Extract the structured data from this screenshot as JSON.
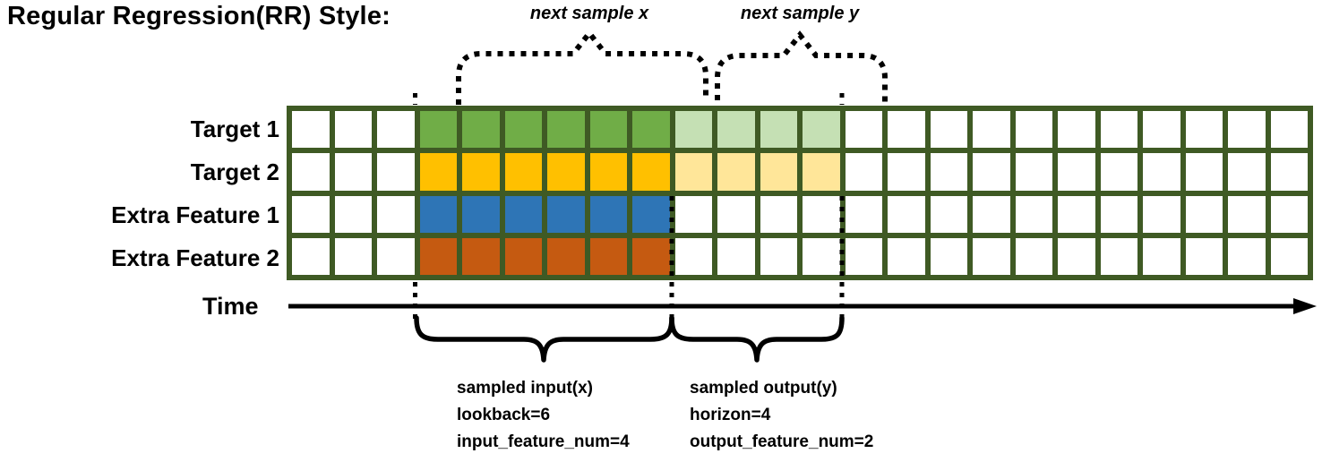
{
  "title": "Regular Regression(RR) Style:",
  "palette": {
    "grid_line": "#3F5A24",
    "cell_empty": "#FFFFFF",
    "target1_lookback": "#70AD47",
    "target1_horizon": "#C5E0B4",
    "target2_lookback": "#FFC000",
    "target2_horizon": "#FFE699",
    "extra_feature1_lookback": "#2E75B6",
    "extra_feature2_lookback": "#C55A11",
    "annotation_ink": "#000000"
  },
  "grid": {
    "columns": 24,
    "lookback": 6,
    "horizon": 4,
    "input_feature_num": 4,
    "output_feature_num": 2,
    "rows": [
      {
        "label": "Target 1",
        "runs": [
          {
            "count": 3,
            "color": "#FFFFFF"
          },
          {
            "count": 6,
            "color": "#70AD47"
          },
          {
            "count": 4,
            "color": "#C5E0B4"
          },
          {
            "count": 11,
            "color": "#FFFFFF"
          }
        ]
      },
      {
        "label": "Target 2",
        "runs": [
          {
            "count": 3,
            "color": "#FFFFFF"
          },
          {
            "count": 6,
            "color": "#FFC000"
          },
          {
            "count": 4,
            "color": "#FFE699"
          },
          {
            "count": 11,
            "color": "#FFFFFF"
          }
        ]
      },
      {
        "label": "Extra Feature 1",
        "runs": [
          {
            "count": 3,
            "color": "#FFFFFF"
          },
          {
            "count": 6,
            "color": "#2E75B6"
          },
          {
            "count": 15,
            "color": "#FFFFFF"
          }
        ]
      },
      {
        "label": "Extra Feature 2",
        "runs": [
          {
            "count": 3,
            "color": "#FFFFFF"
          },
          {
            "count": 6,
            "color": "#C55A11"
          },
          {
            "count": 15,
            "color": "#FFFFFF"
          }
        ]
      }
    ]
  },
  "annotations": {
    "next_sample_x": "next sample x",
    "next_sample_y": "next sample y",
    "time_label": "Time",
    "sampled_input": {
      "line1": "sampled input(x)",
      "line2": "lookback=6",
      "line3": "input_feature_num=4"
    },
    "sampled_output": {
      "line1": "sampled output(y)",
      "line2": "horizon=4",
      "line3": "output_feature_num=2"
    }
  }
}
